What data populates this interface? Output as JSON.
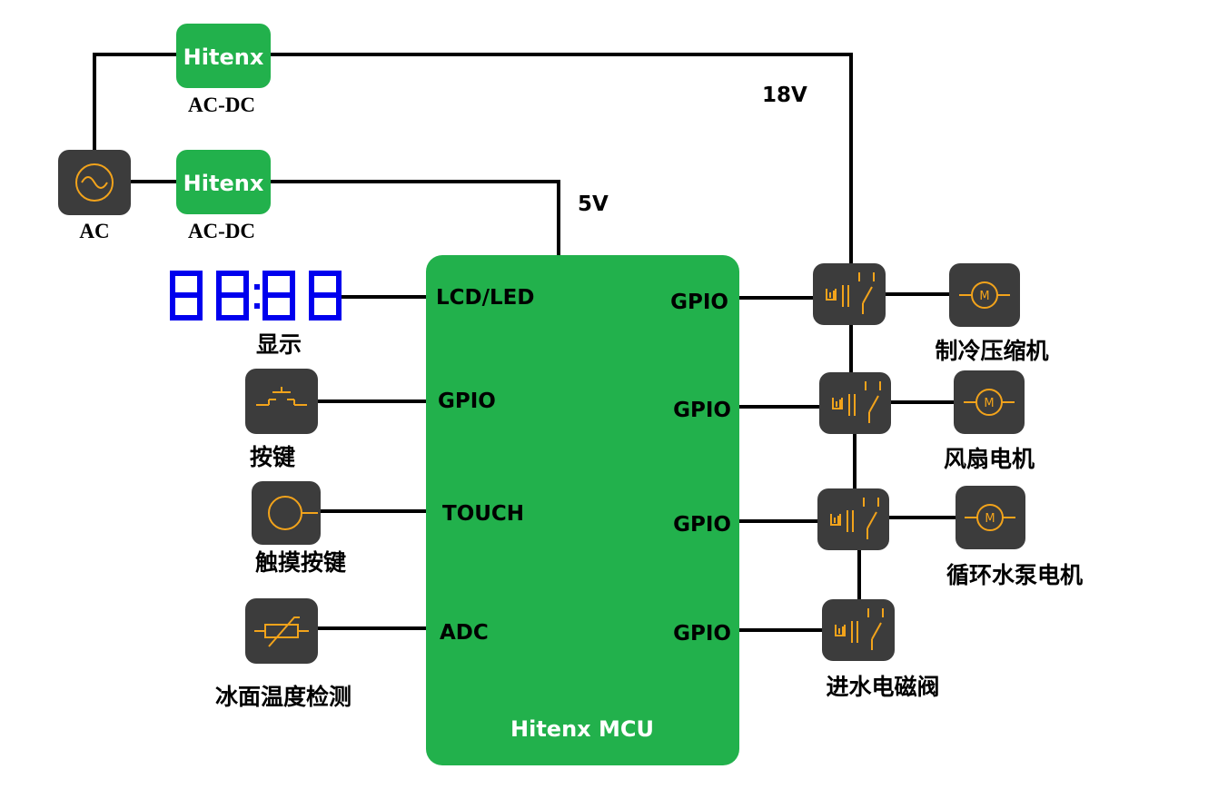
{
  "power": {
    "ac_label": "AC",
    "psu_top": {
      "brand": "Hitenx",
      "label": "AC-DC"
    },
    "psu_bottom": {
      "brand": "Hitenx",
      "label": "AC-DC"
    },
    "rail_high": "18V",
    "rail_low": "5V"
  },
  "mcu": {
    "name": "Hitenx MCU",
    "color": "#22b14c",
    "left_pins": [
      "LCD/LED",
      "GPIO",
      "TOUCH",
      "ADC"
    ],
    "right_pins": [
      "GPIO",
      "GPIO",
      "GPIO",
      "GPIO"
    ]
  },
  "inputs": {
    "display": {
      "text": "88:88",
      "label": "显示",
      "icon": "seven-segment-display"
    },
    "button": {
      "label": "按键",
      "icon": "push-button-icon"
    },
    "touch": {
      "label": "触摸按键",
      "icon": "touch-pad-icon"
    },
    "sensor": {
      "label": "冰面温度检测",
      "icon": "thermistor-icon"
    }
  },
  "outputs": [
    {
      "label": "制冷压缩机",
      "icon": "motor-icon"
    },
    {
      "label": "风扇电机",
      "icon": "motor-icon"
    },
    {
      "label": "循环水泵电机",
      "icon": "motor-icon"
    },
    {
      "label": "进水电磁阀",
      "icon": "relay-icon"
    }
  ],
  "colors": {
    "brand_green": "#22b14c",
    "icon_bg": "#3c3c3c",
    "symbol": "#f2a31b",
    "display_blue": "#0000ee"
  }
}
